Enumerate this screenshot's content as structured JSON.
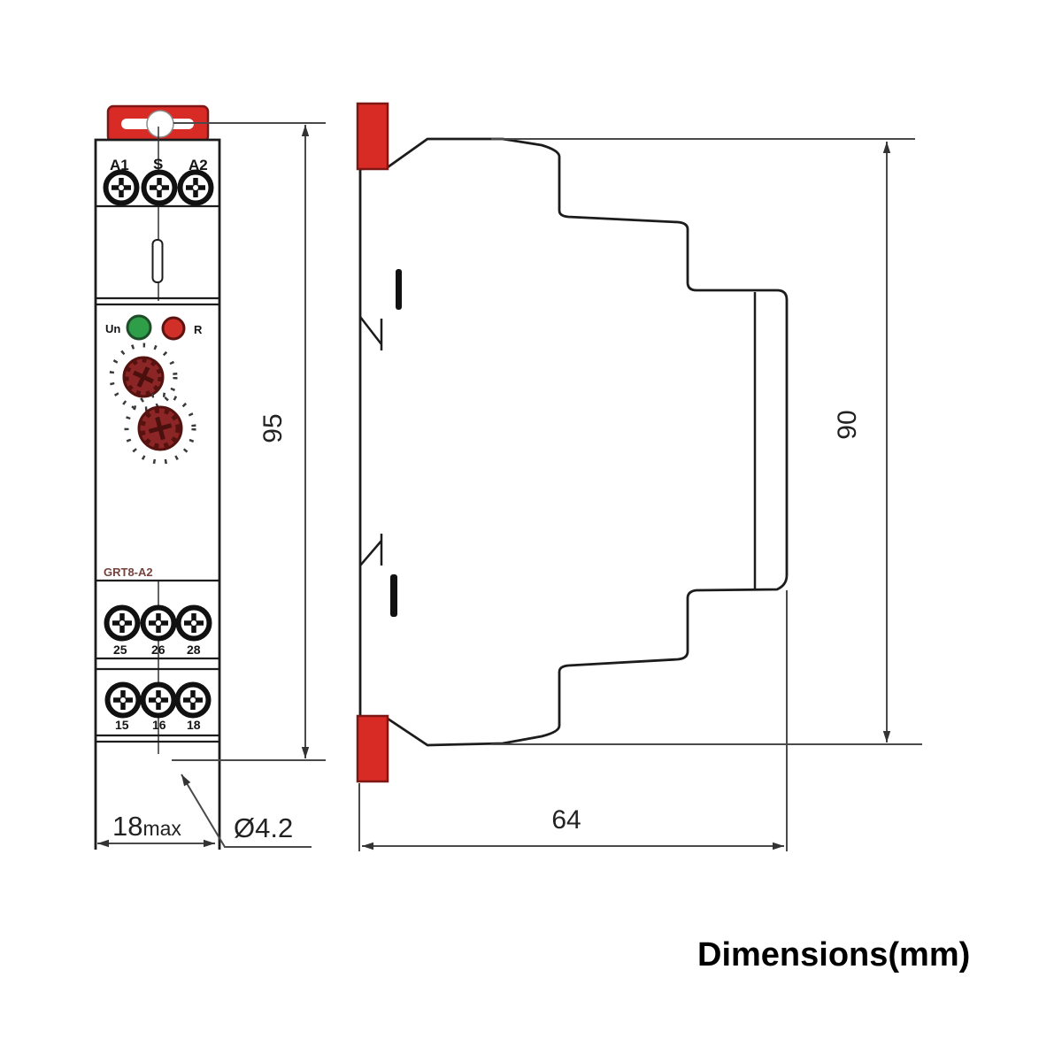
{
  "title": "Dimensions(mm)",
  "front_view": {
    "terminals_top": [
      "A1",
      "S",
      "A2"
    ],
    "led_labels": {
      "supply": "Un",
      "relay": "R"
    },
    "model": "GRT8-A2",
    "terminals_mid": [
      "25",
      "26",
      "28"
    ],
    "terminals_bottom": [
      "15",
      "16",
      "18"
    ]
  },
  "dimensions": {
    "front_height": "95",
    "front_width_value": "18",
    "front_width_suffix": "max",
    "hole_diameter": "Ø4.2",
    "side_depth": "64",
    "side_height": "90"
  },
  "colors": {
    "clip_red": "#d92b26",
    "clip_red_dark": "#7e1713",
    "led_green": "#2f9e48",
    "led_red": "#d03028",
    "dial_maroon": "#8c2626",
    "line": "#1c1c1c",
    "dim_line": "#4a4a4a"
  }
}
